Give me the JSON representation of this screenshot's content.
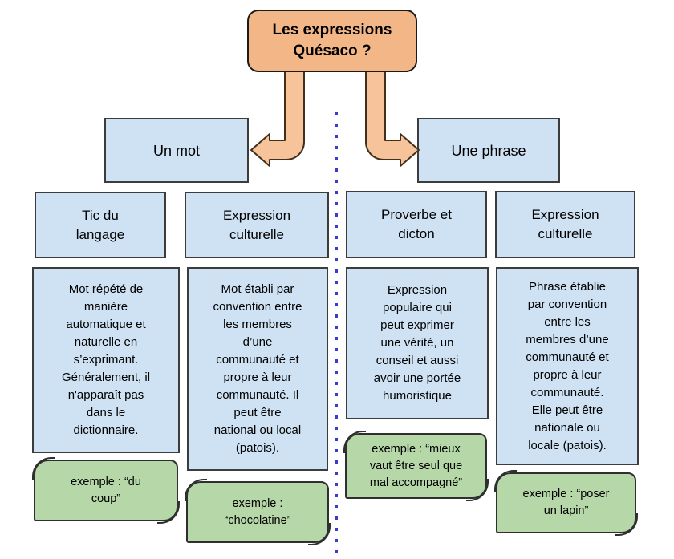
{
  "title": {
    "label": "Les expressions\nQuésaco ?"
  },
  "branches": {
    "left": {
      "label": "Un mot"
    },
    "right": {
      "label": "Une phrase"
    }
  },
  "columns": [
    {
      "category": "Tic du\nlangage",
      "description": "Mot répété de\nmanière\nautomatique et\nnaturelle en\ns’exprimant.\nGénéralement, il\nn'apparaît pas\ndans le\ndictionnaire.",
      "example": "exemple : “du\ncoup”"
    },
    {
      "category": "Expression\nculturelle",
      "description": "Mot établi par\nconvention entre\nles membres\nd’une\ncommunauté et\npropre à leur\ncommunauté. Il\npeut être\nnational ou local\n(patois).",
      "example": "exemple :\n“chocolatine”"
    },
    {
      "category": "Proverbe et\ndicton",
      "description": "Expression\npopulaire qui\npeut exprimer\nune vérité, un\nconseil et aussi\navoir une portée\nhumoristique",
      "example": "exemple : “mieux\nvaut être seul que\nmal accompagné”"
    },
    {
      "category": "Expression\nculturelle",
      "description": "Phrase établie\npar convention\nentre les\nmembres d’une\ncommunauté et\npropre à leur\ncommunauté.\nElle peut être\nnationale ou\nlocale (patois).",
      "example": "exemple : “poser\nun lapin”"
    }
  ],
  "colors": {
    "title_fill": "#f3b787",
    "arrow_fill": "#f6c39a",
    "arrow_stroke": "#42301c",
    "box_fill": "#cfe2f3",
    "box_border": "#3c3c3c",
    "example_fill": "#b6d7a8",
    "divider": "#3a3acd"
  }
}
